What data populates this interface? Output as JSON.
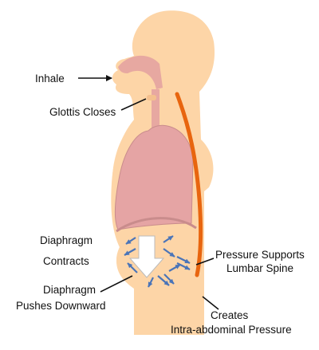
{
  "labels": {
    "inhale": "Inhale",
    "glottis": "Glottis Closes",
    "diaphragm_contracts_1": "Diaphragm",
    "diaphragm_contracts_2": "Contracts",
    "diaphragm_pushes_1": "Diaphragm",
    "diaphragm_pushes_2": "Pushes Downward",
    "pressure_supports_1": "Pressure Supports",
    "pressure_supports_2": "Lumbar Spine",
    "creates_1": "Creates",
    "creates_2": "Intra-abdominal Pressure"
  },
  "colors": {
    "body": "#fdd5a7",
    "airway": "#e7a8a1",
    "lung": "#e5a4a4",
    "lung_edge": "#c98c8c",
    "glottis": "#f4c08e",
    "spine": "#e8650f",
    "pressure_arrows": "#4a74b8",
    "push_arrow": "#ffffff",
    "leader": "#111111"
  },
  "icons": {
    "pressure_arrows": "small-blue-arrow-icon",
    "push_arrow": "big-white-down-arrow-icon"
  }
}
